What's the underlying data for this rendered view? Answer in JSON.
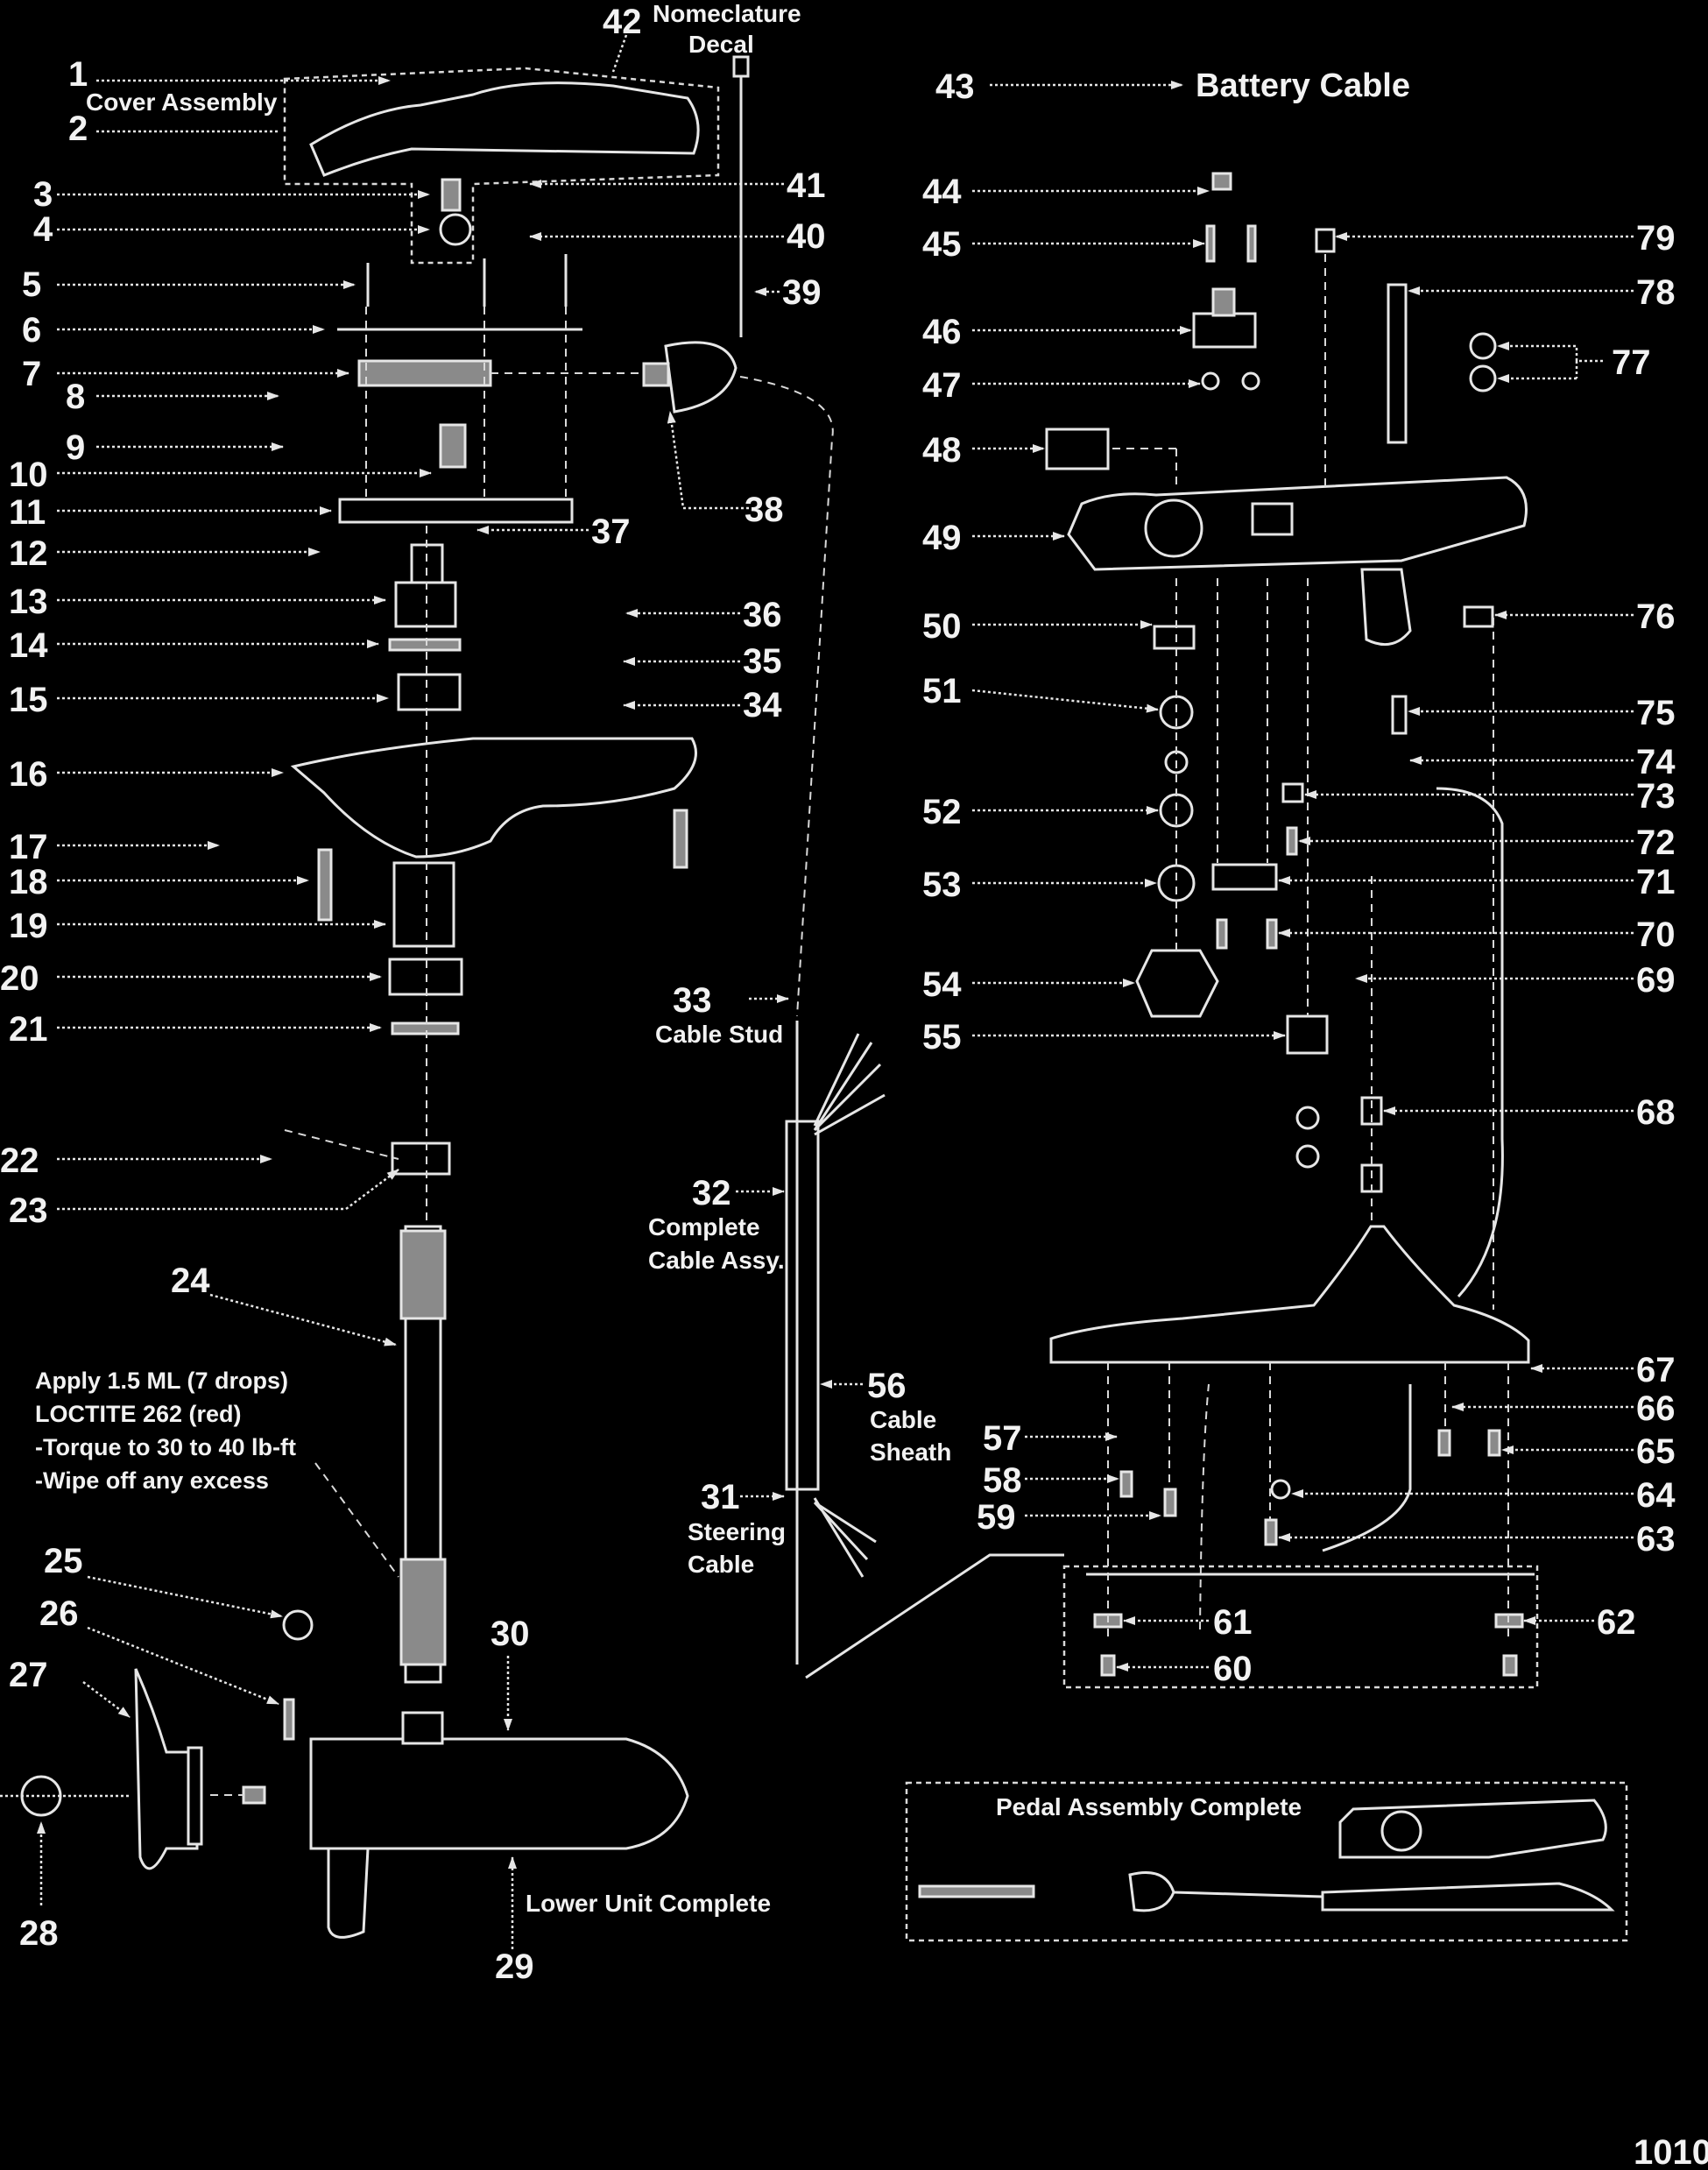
{
  "page_number": "1010",
  "callouts": {
    "c1": "1",
    "c2": "2",
    "c3": "3",
    "c4": "4",
    "c5": "5",
    "c6": "6",
    "c7": "7",
    "c8": "8",
    "c9": "9",
    "c10": "10",
    "c11": "11",
    "c12": "12",
    "c13": "13",
    "c14": "14",
    "c15": "15",
    "c16": "16",
    "c17": "17",
    "c18": "18",
    "c19": "19",
    "c20": "20",
    "c21": "21",
    "c22": "22",
    "c23": "23",
    "c24": "24",
    "c25": "25",
    "c26": "26",
    "c27": "27",
    "c28": "28",
    "c29": "29",
    "c30": "30",
    "c31": "31",
    "c32": "32",
    "c33": "33",
    "c34": "34",
    "c35": "35",
    "c36": "36",
    "c37": "37",
    "c38": "38",
    "c39": "39",
    "c40": "40",
    "c41": "41",
    "c42": "42",
    "c43": "43",
    "c44": "44",
    "c45": "45",
    "c46": "46",
    "c47": "47",
    "c48": "48",
    "c49": "49",
    "c50": "50",
    "c51": "51",
    "c52": "52",
    "c53": "53",
    "c54": "54",
    "c55": "55",
    "c56": "56",
    "c57": "57",
    "c58": "58",
    "c59": "59",
    "c60": "60",
    "c61": "61",
    "c62": "62",
    "c63": "63",
    "c64": "64",
    "c65": "65",
    "c66": "66",
    "c67": "67",
    "c68": "68",
    "c69": "69",
    "c70": "70",
    "c71": "71",
    "c72": "72",
    "c73": "73",
    "c74": "74",
    "c75": "75",
    "c76": "76",
    "c77": "77",
    "c78": "78",
    "c79": "79"
  },
  "labels": {
    "cover_assembly": "Cover Assembly",
    "nomenclature_line1": "Nomeclature",
    "nomenclature_line2": "Decal",
    "battery_cable": "Battery Cable",
    "cable_stud": "Cable Stud",
    "complete_cable_line1": "Complete",
    "complete_cable_line2": "Cable Assy.",
    "cable_sheath_line1": "Cable",
    "cable_sheath_line2": "Sheath",
    "steering_cable_line1": "Steering",
    "steering_cable_line2": "Cable",
    "lower_unit_complete": "Lower Unit Complete",
    "pedal_assembly_complete": "Pedal Assembly Complete"
  },
  "note": {
    "line1": "Apply 1.5 ML (7 drops)",
    "line2": "LOCTITE 262 (red)",
    "line3": "-Torque to 30 to 40 lb-ft",
    "line4": "-Wipe off any excess"
  }
}
